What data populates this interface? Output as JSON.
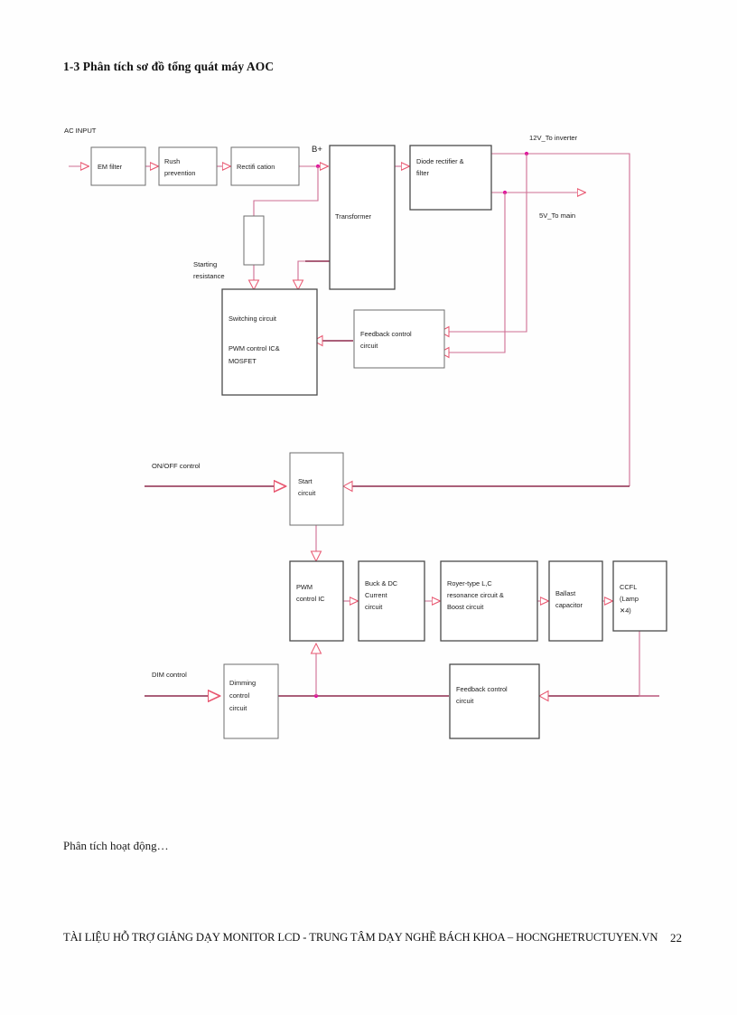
{
  "document": {
    "heading": "1-3 Phân tích sơ đồ tổng quát máy AOC",
    "body_note": "Phân tích hoạt động…",
    "footer_text": "TÀI LIỆU HỖ TRỢ GIẢNG DẠY MONITOR LCD - TRUNG TÂM DẠY NGHỀ BÁCH KHOA – HOCNGHETRUCTUYEN.VN",
    "page_number": "22"
  },
  "diagram": {
    "colors": {
      "wire": "#cf6d93",
      "wire_dark": "#8e2a4d",
      "junction": "#e0119d",
      "block_border": "#6e6e6e",
      "arrow": "#e8556f"
    },
    "net_labels": {
      "ac_input": "AC INPUT",
      "b_plus": "B+",
      "v12_to_inverter": "12V_To inverter",
      "v5_to_main": "5V_To main",
      "onoff_control": "ON/OFF control",
      "dim_control": "DIM control",
      "starting_resistance": "Starting resistance"
    },
    "blocks": {
      "em_filter": "EM filter",
      "rush_prevention_l1": "Rush",
      "rush_prevention_l2": "prevention",
      "rectification": "Rectifi cation",
      "transformer": "Transformer",
      "diode_rectifier_l1": "Diode rectifier &",
      "diode_rectifier_l2": "filter",
      "switching_l1": "Switching circuit",
      "switching_l2": "PWM control IC&",
      "switching_l3": "MOSFET",
      "feedback_top_l1": "Feedback control",
      "feedback_top_l2": "circuit",
      "start_circuit_l1": "Start",
      "start_circuit_l2": "circuit",
      "pwm_control_l1": "PWM",
      "pwm_control_l2": "control IC",
      "buck_dc_l1": "Buck & DC",
      "buck_dc_l2": "Current",
      "buck_dc_l3": "circuit",
      "royer_l1": "Royer-type L,C",
      "royer_l2": "resonance circuit &",
      "royer_l3": "Boost circuit",
      "ballast_l1": "Ballast",
      "ballast_l2": "capacitor",
      "ccfl_l1": "CCFL",
      "ccfl_l2": "(Lamp",
      "ccfl_l3": "✕4)",
      "dimming_l1": "Dimming",
      "dimming_l2": "control",
      "dimming_l3": "circuit",
      "feedback_bottom_l1": "Feedback control",
      "feedback_bottom_l2": "circuit"
    }
  }
}
